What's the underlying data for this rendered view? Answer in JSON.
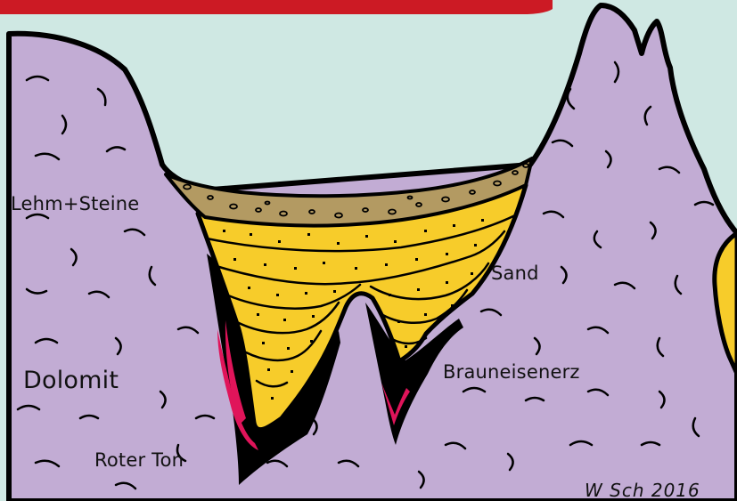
{
  "labels": {
    "lehm_steine": "Lehm+Steine",
    "sand": "Sand",
    "brauneisenerz": "Brauneisenerz",
    "dolomit": "Dolomit",
    "roter_ton": "Roter Ton",
    "signature": "W Sch 2016"
  },
  "colors": {
    "sky": "#cfe8e3",
    "dolomite": "#c2acd4",
    "sand": "#f7cc2a",
    "loam": "#b39a62",
    "iron_ore": "#000000",
    "red_clay": "#e0145a",
    "top_banner": "#cc1a24"
  }
}
